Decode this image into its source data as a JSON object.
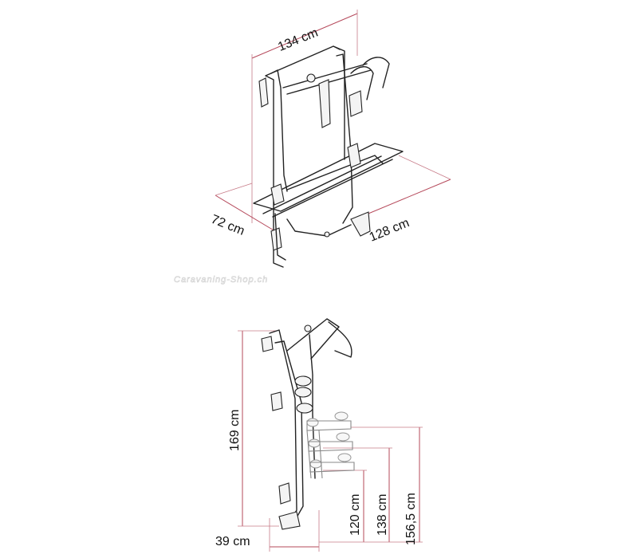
{
  "diagram": {
    "top_view": {
      "width_label": "134 cm",
      "depth_label": "72 cm",
      "length_label": "128 cm"
    },
    "side_view": {
      "height_label": "169 cm",
      "offset_label": "39 cm",
      "rail_heights": [
        "120 cm",
        "138 cm",
        "156,5 cm"
      ]
    },
    "watermark": "Caravaning-Shop.ch",
    "colors": {
      "dimension_line": "#b5485a",
      "drawing": "#222222"
    }
  }
}
